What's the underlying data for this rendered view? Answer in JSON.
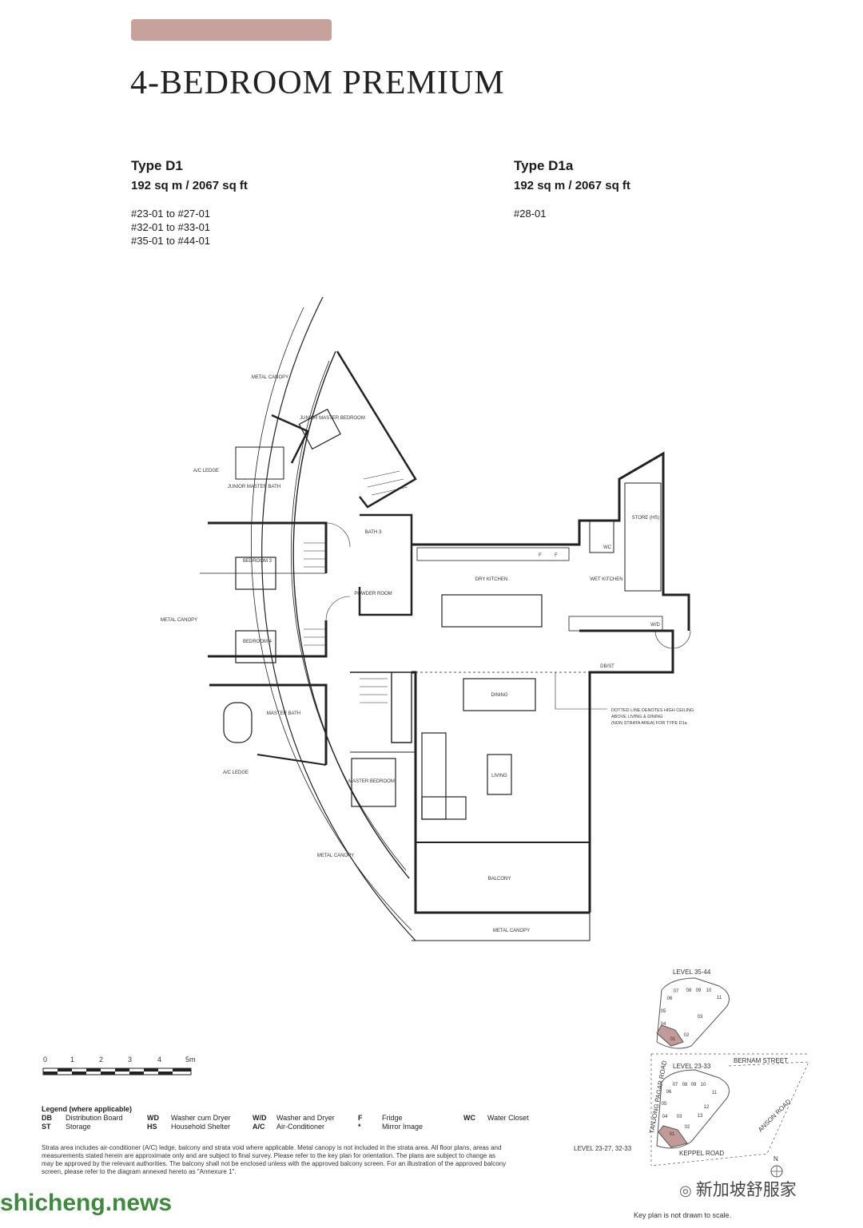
{
  "header": {
    "title": "4-BEDROOM PREMIUM"
  },
  "types": [
    {
      "name": "Type D1",
      "area": "192 sq m / 2067 sq ft",
      "units": [
        "#23-01 to #27-01",
        "#32-01 to #33-01",
        "#35-01 to #44-01"
      ]
    },
    {
      "name": "Type D1a",
      "area": "192 sq m / 2067 sq ft",
      "units": [
        "#28-01"
      ]
    }
  ],
  "plan": {
    "rooms": {
      "metal_canopy_top": "METAL CANOPY",
      "junior_master_bedroom": "JUNIOR MASTER BEDROOM",
      "ac_ledge_top": "A/C LEDGE",
      "junior_master_bath": "JUNIOR MASTER BATH",
      "bedroom3": "BEDROOM 3",
      "bath3": "BATH 3",
      "powder_room": "POWDER ROOM",
      "metal_canopy_left": "METAL CANOPY",
      "bedroom4": "BEDROOM 4",
      "master_bath": "MASTER BATH",
      "ac_ledge_bottom": "A/C LEDGE",
      "master_bedroom": "MASTER BEDROOM",
      "metal_canopy_bottom": "METAL CANOPY",
      "dry_kitchen": "DRY KITCHEN",
      "wet_kitchen": "WET KITCHEN",
      "wc": "WC",
      "store": "STORE (HS)",
      "wd": "W/D",
      "fridge_1": "F",
      "fridge_2": "F",
      "dbst": "DB/ST",
      "dining": "DINING",
      "living": "LIVING",
      "balcony": "BALCONY",
      "metal_canopy_balcony": "METAL CANOPY"
    },
    "dotted_note": [
      "DOTTED LINE DENOTES HIGH CEILING",
      "ABOVE LIVING & DINING",
      "(NON STRATA AREA) FOR TYPE D1a"
    ]
  },
  "scale_bar": {
    "labels": [
      "0",
      "1",
      "2",
      "3",
      "4",
      "5m"
    ]
  },
  "key_plan": {
    "upper_level": "LEVEL 35-44",
    "middle_level": "LEVEL 23-33",
    "lower_level": "LEVEL 23-27, 32-33",
    "roads": [
      "BERNAM STREET",
      "TANJONG PAGAR ROAD",
      "ANSON ROAD",
      "KEPPEL ROAD"
    ],
    "north": "N",
    "unit_numbers_upper": [
      "08",
      "09",
      "10",
      "07",
      "06",
      "11",
      "05",
      "03",
      "04",
      "02",
      "01"
    ],
    "unit_numbers_lower": [
      "08",
      "09",
      "10",
      "07",
      "06",
      "11",
      "05",
      "12",
      "13",
      "04",
      "03",
      "02",
      "01"
    ],
    "note": "Key plan is not drawn to scale.",
    "highlight_color": "#c49a99"
  },
  "legend": {
    "title": "Legend (where applicable)",
    "items": [
      {
        "abbr": "DB",
        "desc": "Distribution Board"
      },
      {
        "abbr": "ST",
        "desc": "Storage"
      },
      {
        "abbr": "WD",
        "desc": "Washer cum Dryer"
      },
      {
        "abbr": "HS",
        "desc": "Household Shelter"
      },
      {
        "abbr": "W/D",
        "desc": "Washer and Dryer"
      },
      {
        "abbr": "A/C",
        "desc": "Air-Conditioner"
      },
      {
        "abbr": "F",
        "desc": "Fridge"
      },
      {
        "abbr": "*",
        "desc": "Mirror Image"
      },
      {
        "abbr": "WC",
        "desc": "Water Closet"
      }
    ]
  },
  "disclaimer": "Strata area includes air-conditioner (A/C) ledge, balcony and strata void where applicable. Metal canopy is not included in the strata area. All floor plans, areas and measurements stated herein are approximate only and are subject to final survey. Please refer to the key plan for orientation. The plans are subject to change as may be approved by the relevant authorities. The balcony shall not be enclosed unless with the approved balcony screen. For an illustration of the approved balcony screen, please refer to the diagram annexed hereto as \"Annexure 1\".",
  "watermark": {
    "site": "shicheng.news",
    "account": "新加坡舒服家"
  },
  "colors": {
    "accent": "#c9a19c",
    "line": "#222222"
  }
}
